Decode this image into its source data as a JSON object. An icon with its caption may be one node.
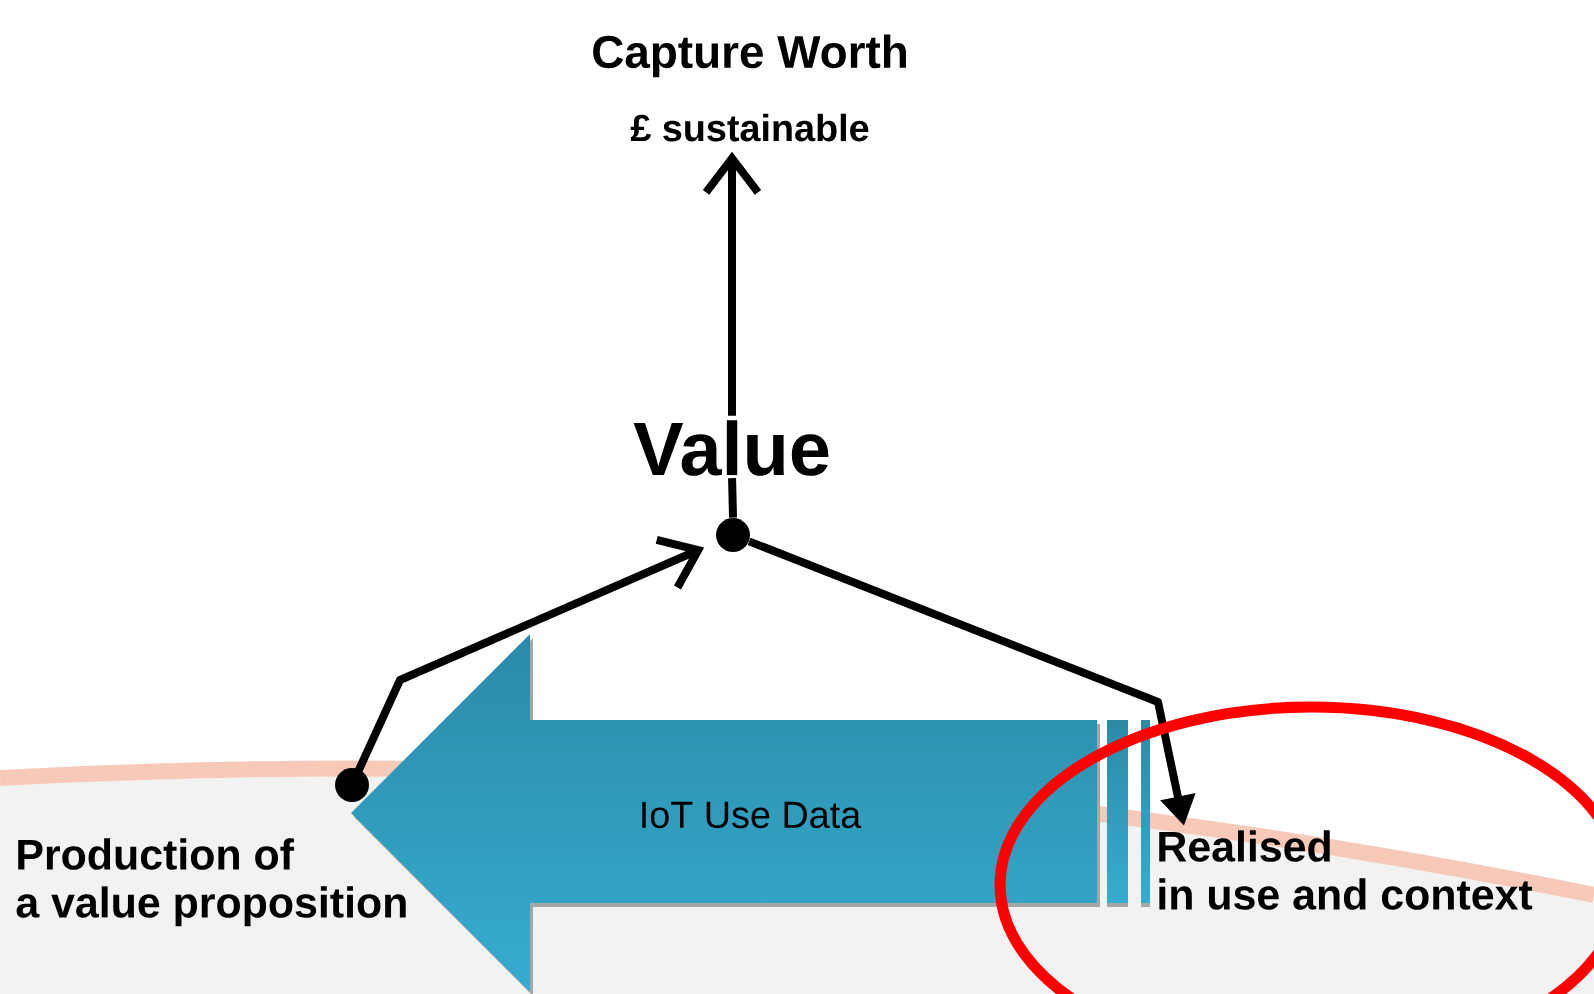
{
  "diagram": {
    "nodes": [
      {
        "text": [
          "Capture Worth",
          "£ sustainable"
        ]
      },
      {
        "text": [
          "Value"
        ]
      },
      {
        "text": [],
        "shape": "circle"
      },
      {
        "text": [
          "Production of a value proposition"
        ]
      },
      {
        "text": [
          "Realised in use and context"
        ]
      },
      {
        "text": [
          "IoT Use Data"
        ]
      }
    ],
    "edges": [
      {
        "from": 1,
        "to": 0,
        "arrow": "to"
      },
      {
        "from": 2,
        "to": 1,
        "arrow": "none"
      },
      {
        "from": 3,
        "to": 2,
        "arrow": "to"
      },
      {
        "from": 2,
        "to": 4,
        "arrow": "to"
      }
    ]
  }
}
